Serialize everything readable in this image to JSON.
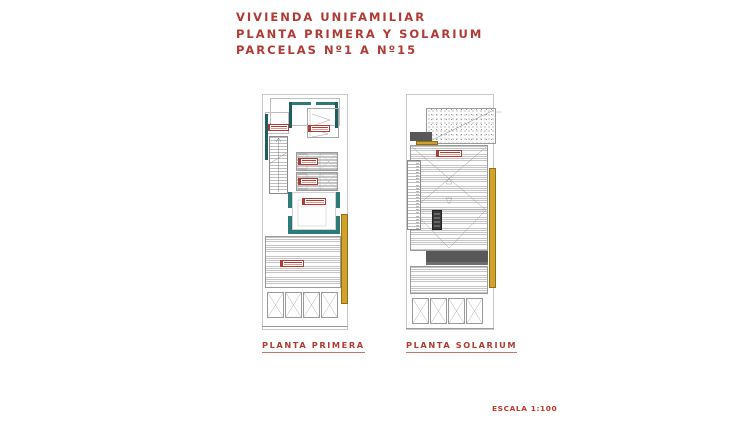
{
  "sheet": {
    "background": "#ffffff",
    "title_color": "#b03a34",
    "accent_colors": {
      "title_red": "#b03a34",
      "wall_teal": "#2e7a79",
      "balcony_ochre": "#d0a229",
      "slab_grey": "#585858",
      "line_grey": "#9a9a9a"
    }
  },
  "title": {
    "line1": "VIVIENDA UNIFAMILIAR",
    "line2": "PLANTA PRIMERA Y SOLARIUM",
    "line3": "PARCELAS Nº1 A Nº15"
  },
  "plans": [
    {
      "id": "planta-primera",
      "caption": "PLANTA PRIMERA",
      "description": "First floor plan with bedrooms, two bathrooms, staircase, terrace and railing panels",
      "railing_panels": 4
    },
    {
      "id": "planta-solarium",
      "caption": "PLANTA SOLARIUM",
      "description": "Solarium roof plan with gravel finish, drainage slopes, staircase access and railing panels",
      "railing_panels": 4
    }
  ],
  "scale": {
    "label": "ESCALA 1:100"
  }
}
